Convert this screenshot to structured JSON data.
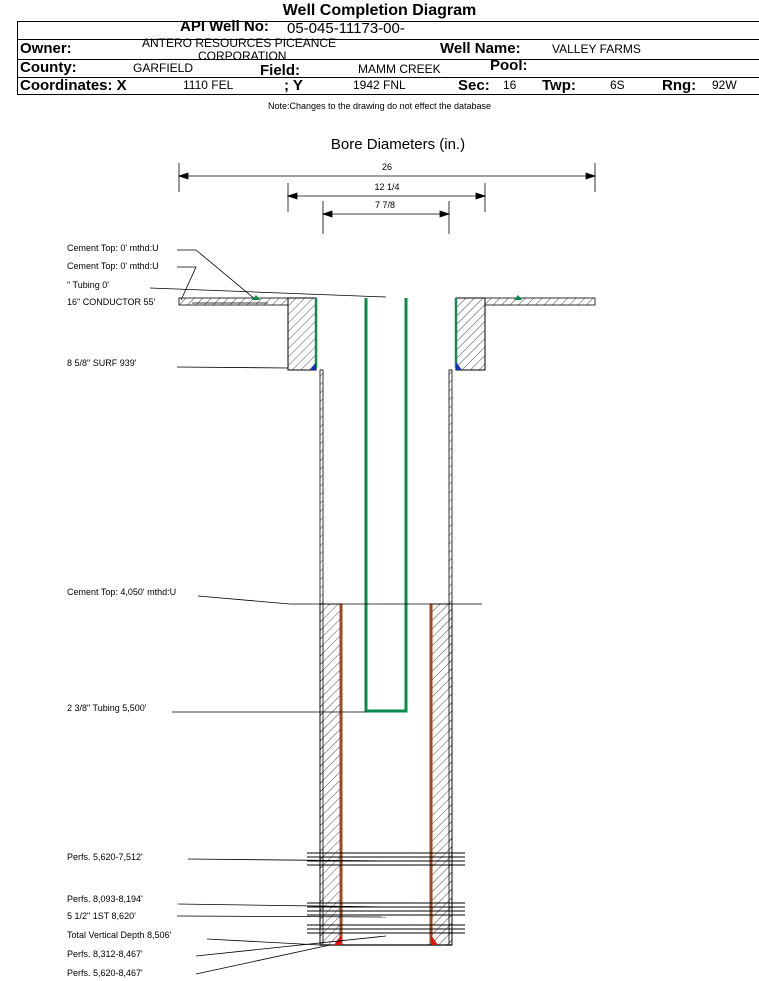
{
  "header": {
    "title": "Well Completion Diagram",
    "api_label": "API Well No:",
    "api_value": "05-045-11173-00-",
    "owner_label": "Owner:",
    "owner_value_line1": "ANTERO RESOURCES PICEANCE",
    "owner_value_line2": "CORPORATION",
    "well_name_label": "Well Name:",
    "well_name_value": "VALLEY FARMS",
    "county_label": "County:",
    "county_value": "GARFIELD",
    "field_label": "Field:",
    "field_value": "MAMM CREEK",
    "pool_label": "Pool:",
    "pool_value": "",
    "coords_label": "Coordinates: X",
    "x_value": "1110 FEL",
    "y_label": "; Y",
    "y_value": "1942 FNL",
    "sec_label": "Sec:",
    "sec_value": "16",
    "twp_label": "Twp:",
    "twp_value": "6S",
    "rng_label": "Rng:",
    "rng_value": "92W"
  },
  "note": "Note:Changes to the drawing do not effect the database",
  "bore": {
    "title": "Bore Diameters (in.)",
    "diameters": [
      "26",
      "12 1/4",
      "7 7/8"
    ]
  },
  "annotations": [
    "Cement Top: 0' mthd:U",
    "Cement Top: 0' mthd:U",
    "\" Tubing 0'",
    "16\" CONDUCTOR  55'",
    "8 5/8\" SURF      939'",
    "Cement Top: 4,050' mthd:U",
    "2 3/8\" Tubing 5,500'",
    "Perfs. 5,620-7,512'",
    "Perfs. 8,093-8,194'",
    "5 1/2\" 1ST         8,620'",
    "Total Vertical Depth 8,506'",
    "Perfs. 8,312-8,467'",
    "Perfs. 5,620-8,467'"
  ],
  "colors": {
    "tubing": "#0a8a4a",
    "surface_casing_liner": "#1a8a4a",
    "production_casing": "#a0471f",
    "shoe_surface": "#1030c0",
    "shoe_production": "#e01010"
  }
}
